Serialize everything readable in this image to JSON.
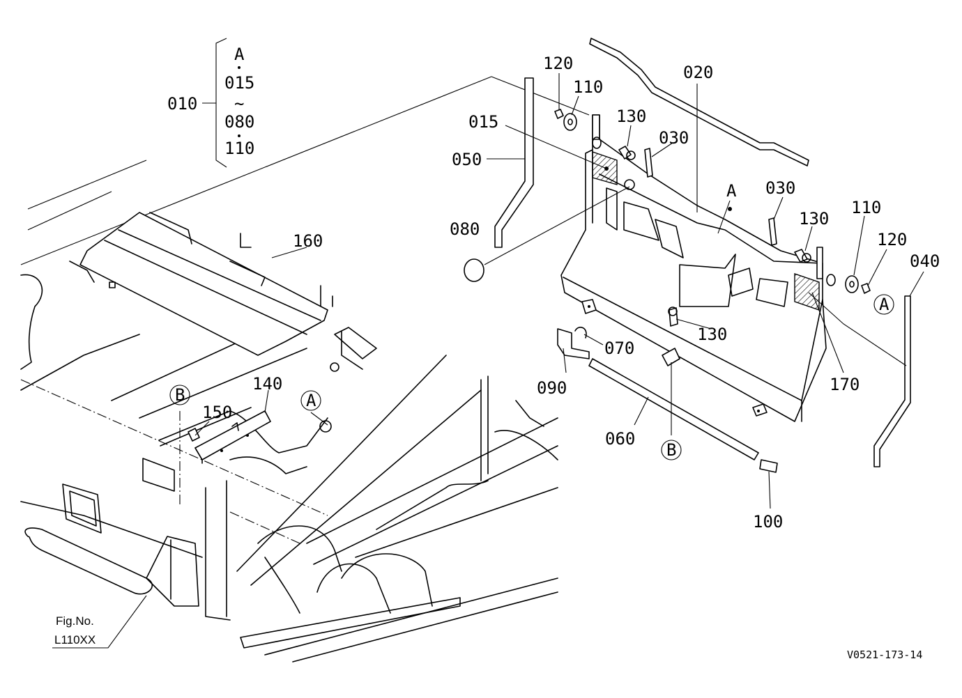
{
  "legend": {
    "main_label": "010",
    "items": [
      "A",
      "015",
      "~",
      "080",
      "110"
    ]
  },
  "callouts": {
    "p120a": "120",
    "p110a": "110",
    "p020": "020",
    "p015": "015",
    "p130a": "130",
    "p030a": "030",
    "p050": "050",
    "pA_panel": "A",
    "p030b": "030",
    "p080": "080",
    "p130b": "130",
    "p110b": "110",
    "p120b": "120",
    "p040": "040",
    "p160": "160",
    "p130c": "130",
    "p070": "070",
    "p090": "090",
    "p170": "170",
    "p140": "140",
    "p150": "150",
    "p060": "060",
    "p100": "100"
  },
  "circles": {
    "A_right": "A",
    "A_left": "A",
    "B_right": "B",
    "B_left": "B"
  },
  "fig": {
    "label": "Fig.No.",
    "number": "L110XX"
  },
  "drawing_code": "V0521-173-14"
}
